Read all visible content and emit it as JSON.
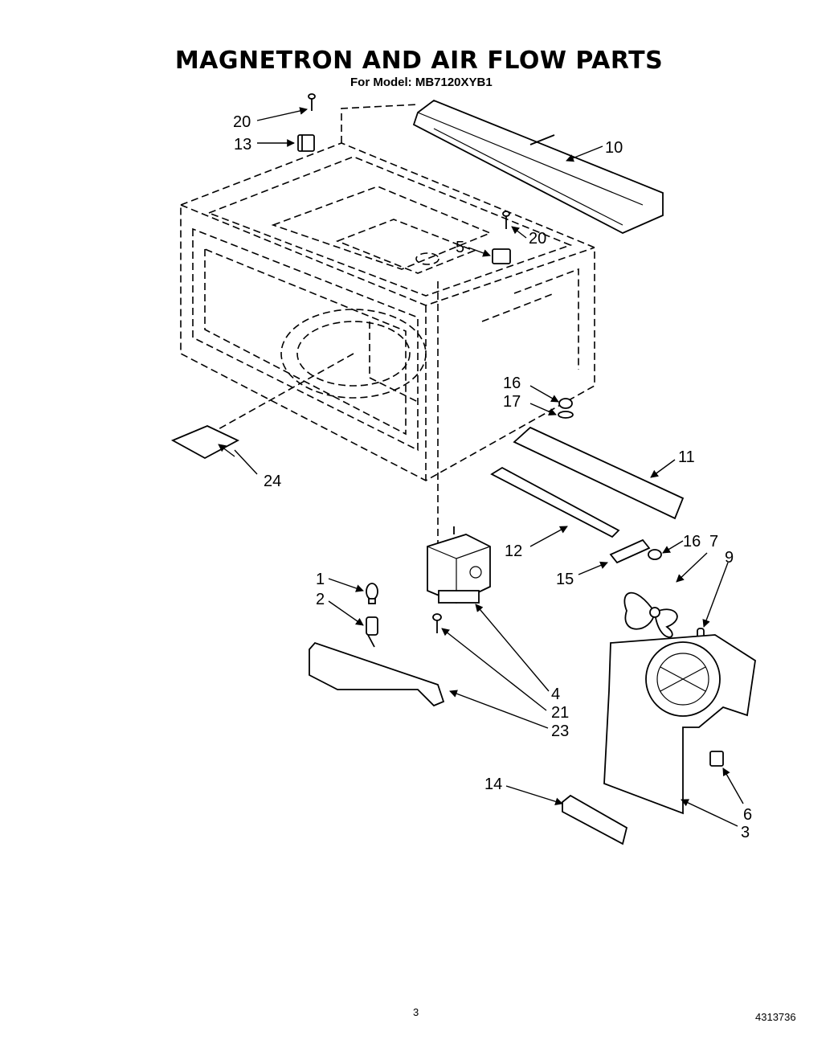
{
  "page": {
    "title": "MAGNETRON AND AIR FLOW PARTS",
    "subtitle": "For Model: MB7120XYB1",
    "page_number": "3",
    "document_number": "4313736"
  },
  "callouts": {
    "c1": "1",
    "c2": "2",
    "c3": "3",
    "c4": "4",
    "c5": "5",
    "c6": "6",
    "c7": "7",
    "c9": "9",
    "c10": "10",
    "c11": "11",
    "c12": "12",
    "c13": "13",
    "c14": "14",
    "c15": "15",
    "c16a": "16",
    "c16b": "16",
    "c17": "17",
    "c20a": "20",
    "c20b": "20",
    "c21": "21",
    "c23": "23",
    "c24": "24"
  }
}
